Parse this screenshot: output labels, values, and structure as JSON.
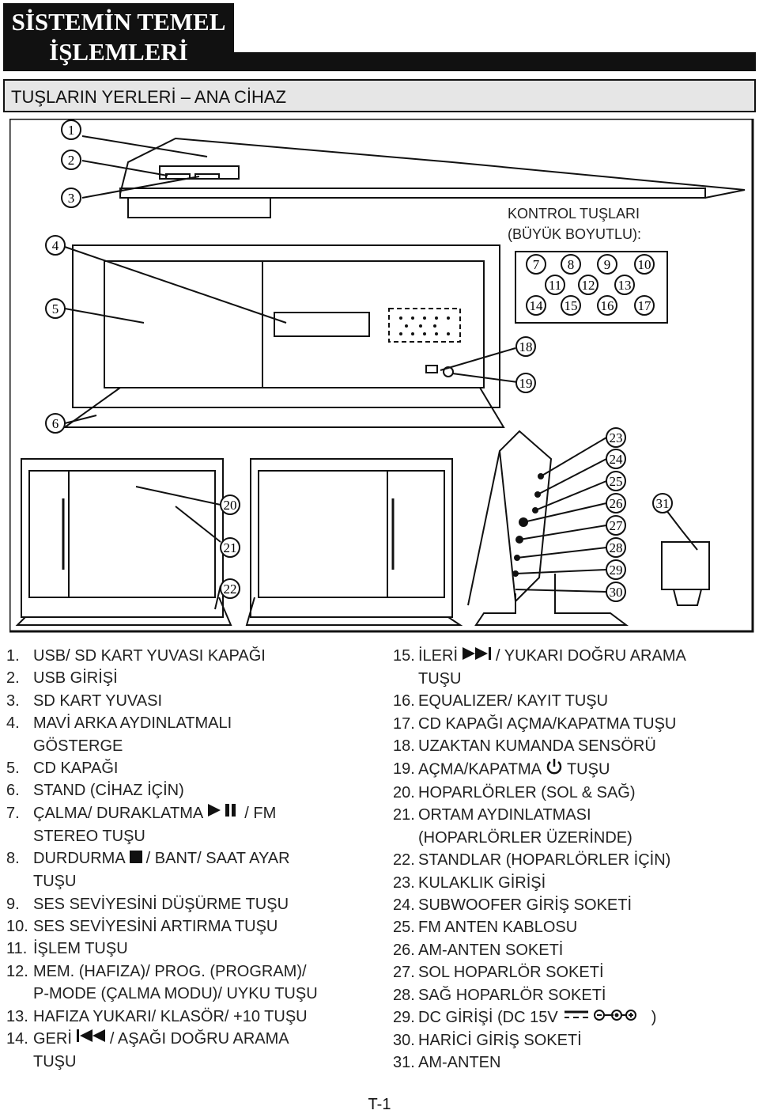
{
  "header": {
    "title_line1": "SİSTEMİN TEMEL",
    "title_line2": "İŞLEMLERİ",
    "section": "TUŞLARIN YERLERİ – ANA CİHAZ"
  },
  "figure": {
    "callout_title_line1": "KONTROL TUŞLARI",
    "callout_title_line2": "(BÜYÜK BOYUTLU):",
    "labels": [
      "1",
      "2",
      "3",
      "4",
      "5",
      "6",
      "7",
      "8",
      "9",
      "10",
      "11",
      "12",
      "13",
      "14",
      "15",
      "16",
      "17",
      "18",
      "19",
      "20",
      "21",
      "22",
      "23",
      "24",
      "25",
      "26",
      "27",
      "28",
      "29",
      "30",
      "31"
    ]
  },
  "left_list": [
    {
      "num": "1.",
      "text": "USB/ SD KART YUVASI KAPAĞI"
    },
    {
      "num": "2.",
      "text": "USB GİRİŞİ"
    },
    {
      "num": "3.",
      "text": "SD KART YUVASI"
    },
    {
      "num": "4.",
      "text": "MAVİ ARKA AYDINLATMALI"
    },
    {
      "num": "",
      "text": "GÖSTERGE"
    },
    {
      "num": "5.",
      "text": "CD KAPAĞI"
    },
    {
      "num": "6.",
      "text": "STAND (CİHAZ İÇİN)"
    },
    {
      "num": "7.",
      "text": "ÇALMA/ DURAKLATMA",
      "icon": "play-pause-icon",
      "after": "/ FM"
    },
    {
      "num": "",
      "text": "STEREO TUŞU"
    },
    {
      "num": "8.",
      "text": "DURDURMA",
      "icon": "stop-icon",
      "after": "/ BANT/ SAAT AYAR"
    },
    {
      "num": "",
      "text": "TUŞU"
    },
    {
      "num": "9.",
      "text": "SES SEVİYESİNİ DÜŞÜRME TUŞU"
    },
    {
      "num": "10.",
      "text": "SES SEVİYESİNİ ARTIRMA TUŞU"
    },
    {
      "num": "11.",
      "text": "İŞLEM TUŞU"
    },
    {
      "num": "12.",
      "text": "MEM. (HAFIZA)/ PROG. (PROGRAM)/"
    },
    {
      "num": "",
      "text": "P-MODE (ÇALMA MODU)/ UYKU TUŞU"
    },
    {
      "num": "13.",
      "text": "HAFIZA YUKARI/ KLASÖR/ +10 TUŞU"
    },
    {
      "num": "14.",
      "text": "GERİ",
      "icon": "previous-icon",
      "after": "/ AŞAĞI DOĞRU ARAMA"
    },
    {
      "num": "",
      "text": "TUŞU"
    }
  ],
  "right_list": [
    {
      "num": "15.",
      "text": "İLERİ",
      "icon": "next-icon",
      "after": "/ YUKARI DOĞRU ARAMA"
    },
    {
      "num": "",
      "text": "TUŞU"
    },
    {
      "num": "16.",
      "text": "EQUALIZER/ KAYIT TUŞU"
    },
    {
      "num": "17.",
      "text": "CD KAPAĞI AÇMA/KAPATMA TUŞU"
    },
    {
      "num": "18.",
      "text": "UZAKTAN KUMANDA SENSÖRÜ"
    },
    {
      "num": "19.",
      "text": "AÇMA/KAPATMA",
      "icon": "power-icon",
      "after": "TUŞU"
    },
    {
      "num": "20.",
      "text": "HOPARLÖRLER (SOL & SAĞ)"
    },
    {
      "num": "21.",
      "text": "ORTAM AYDINLATMASI"
    },
    {
      "num": "",
      "text": "(HOPARLÖRLER ÜZERİNDE)"
    },
    {
      "num": "22.",
      "text": "STANDLAR (HOPARLÖRLER İÇİN)"
    },
    {
      "num": "23.",
      "text": "KULAKLIK GİRİŞİ"
    },
    {
      "num": "24.",
      "text": "SUBWOOFER GİRİŞ SOKETİ"
    },
    {
      "num": "25.",
      "text": "FM ANTEN KABLOSU"
    },
    {
      "num": "26.",
      "text": "AM-ANTEN SOKETİ"
    },
    {
      "num": "27.",
      "text": "SOL HOPARLÖR SOKETİ"
    },
    {
      "num": "28.",
      "text": "SAĞ HOPARLÖR SOKETİ"
    },
    {
      "num": "29.",
      "text": "DC GİRİŞİ (DC 15V",
      "icon": "dc-polarity-icon",
      "after": ")"
    },
    {
      "num": "30.",
      "text": "HARİCİ GİRİŞ SOKETİ"
    },
    {
      "num": "31.",
      "text": "AM-ANTEN"
    }
  ],
  "footer": {
    "page": "T-1"
  }
}
